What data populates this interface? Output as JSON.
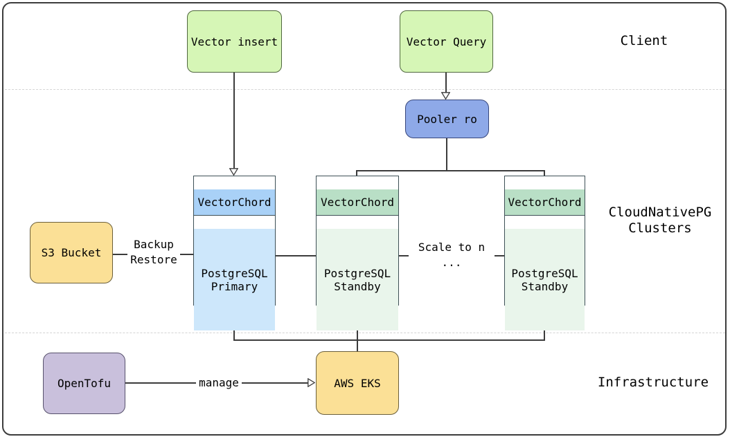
{
  "diagram": {
    "sections": {
      "client": "Client",
      "clusters": "CloudNativePG\nClusters",
      "infrastructure": "Infrastructure"
    },
    "nodes": {
      "vector_insert": {
        "label": "Vector insert"
      },
      "vector_query": {
        "label": "Vector Query"
      },
      "pooler_ro": {
        "label": "Pooler ro"
      },
      "primary": {
        "header": "VectorChord",
        "body": "PostgreSQL\nPrimary"
      },
      "standby1": {
        "header": "VectorChord",
        "body": "PostgreSQL\nStandby"
      },
      "standby2": {
        "header": "VectorChord",
        "body": "PostgreSQL\nStandby"
      },
      "s3_bucket": {
        "label": "S3 Bucket"
      },
      "opentofu": {
        "label": "OpenTofu"
      },
      "aws_eks": {
        "label": "AWS EKS"
      }
    },
    "edges": {
      "backup_restore": "Backup\nRestore",
      "scale_to_n": "Scale to n\n...",
      "manage": "manage"
    },
    "colors": {
      "client_node_fill": "#d6f6b6",
      "pooler_fill": "#8ea9e8",
      "primary_header_fill": "#a9d1f7",
      "primary_body_fill": "#cde7fb",
      "standby_header_fill": "#b9dfc6",
      "standby_body_fill": "#e9f5eb",
      "storage_fill": "#fbe096",
      "opentofu_fill": "#c9c0dc",
      "edge_color": "#3b3b3b",
      "frame_border": "#3c3c3c",
      "divider": "#d4d4d4"
    }
  }
}
